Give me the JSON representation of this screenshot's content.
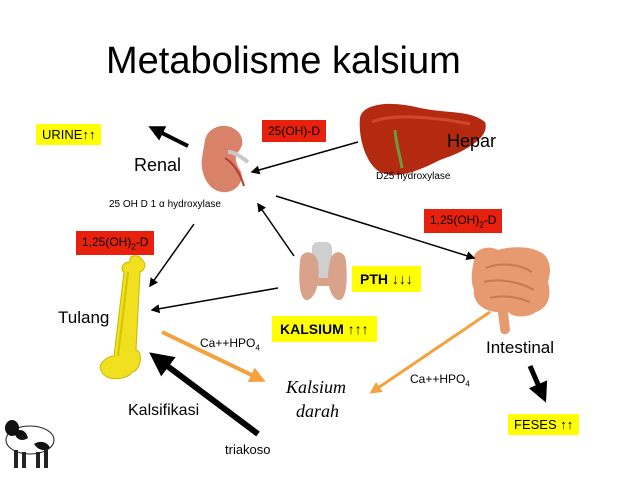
{
  "title": "Metabolisme kalsium",
  "labels": {
    "urine": "URINE↑↑",
    "renal": "Renal",
    "hepar": "Hepar",
    "d25": "D25 hydroxylase",
    "hydroxylase_1a": "25 OH D 1 α hydroxylase",
    "box_25oh": "25(OH)-D",
    "box_125_left_a": "1,25(OH)",
    "box_125_left_sub": "2",
    "box_125_left_b": "-D",
    "box_125_right_a": "1,25(OH)",
    "box_125_right_sub": "2",
    "box_125_right_b": "-D",
    "pth": "PTH ↓↓↓",
    "kalsium": "KALSIUM ↑↑↑",
    "tulang": "Tulang",
    "intestinal": "Intestinal",
    "ca_left_a": "Ca++HPO",
    "ca_left_sub": "4",
    "ca_right_a": "Ca++HPO",
    "ca_right_sub": "4",
    "kalsium_darah_1": "Kalsium",
    "kalsium_darah_2": "darah",
    "kalsifikasi": "Kalsifikasi",
    "feses": "FESES ↑↑",
    "triakoso": "triakoso"
  },
  "colors": {
    "yellow": "#ffff00",
    "red": "#e8200e",
    "orange_arrow": "#f4a13e",
    "liver": "#b42a10",
    "kidney": "#d9826a",
    "bone": "#f0e020",
    "intestine": "#e79a70",
    "thyroid": "#d9a28a"
  },
  "icons": [
    "kidney-icon",
    "liver-icon",
    "thyroid-icon",
    "bone-icon",
    "intestine-icon",
    "cow-icon"
  ]
}
